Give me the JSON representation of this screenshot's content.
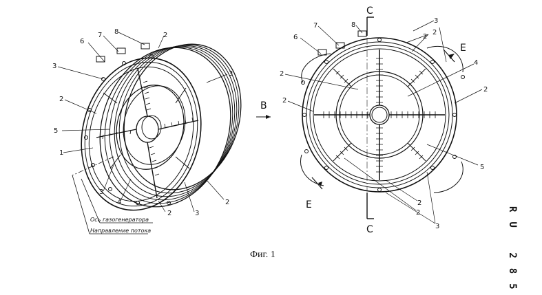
{
  "figure_caption": "Фиг. 1",
  "patent_number_fragment": "RU 285",
  "arrow_view_label": "B",
  "section_label": "C",
  "view_label": "E",
  "axis_caption": "Ось газогенератора",
  "flow_caption": "Направление потока",
  "callouts": {
    "n1": "1",
    "n2": "2",
    "n3": "3",
    "n4": "4",
    "n5": "5",
    "n6": "6",
    "n7": "7",
    "n8": "8"
  }
}
